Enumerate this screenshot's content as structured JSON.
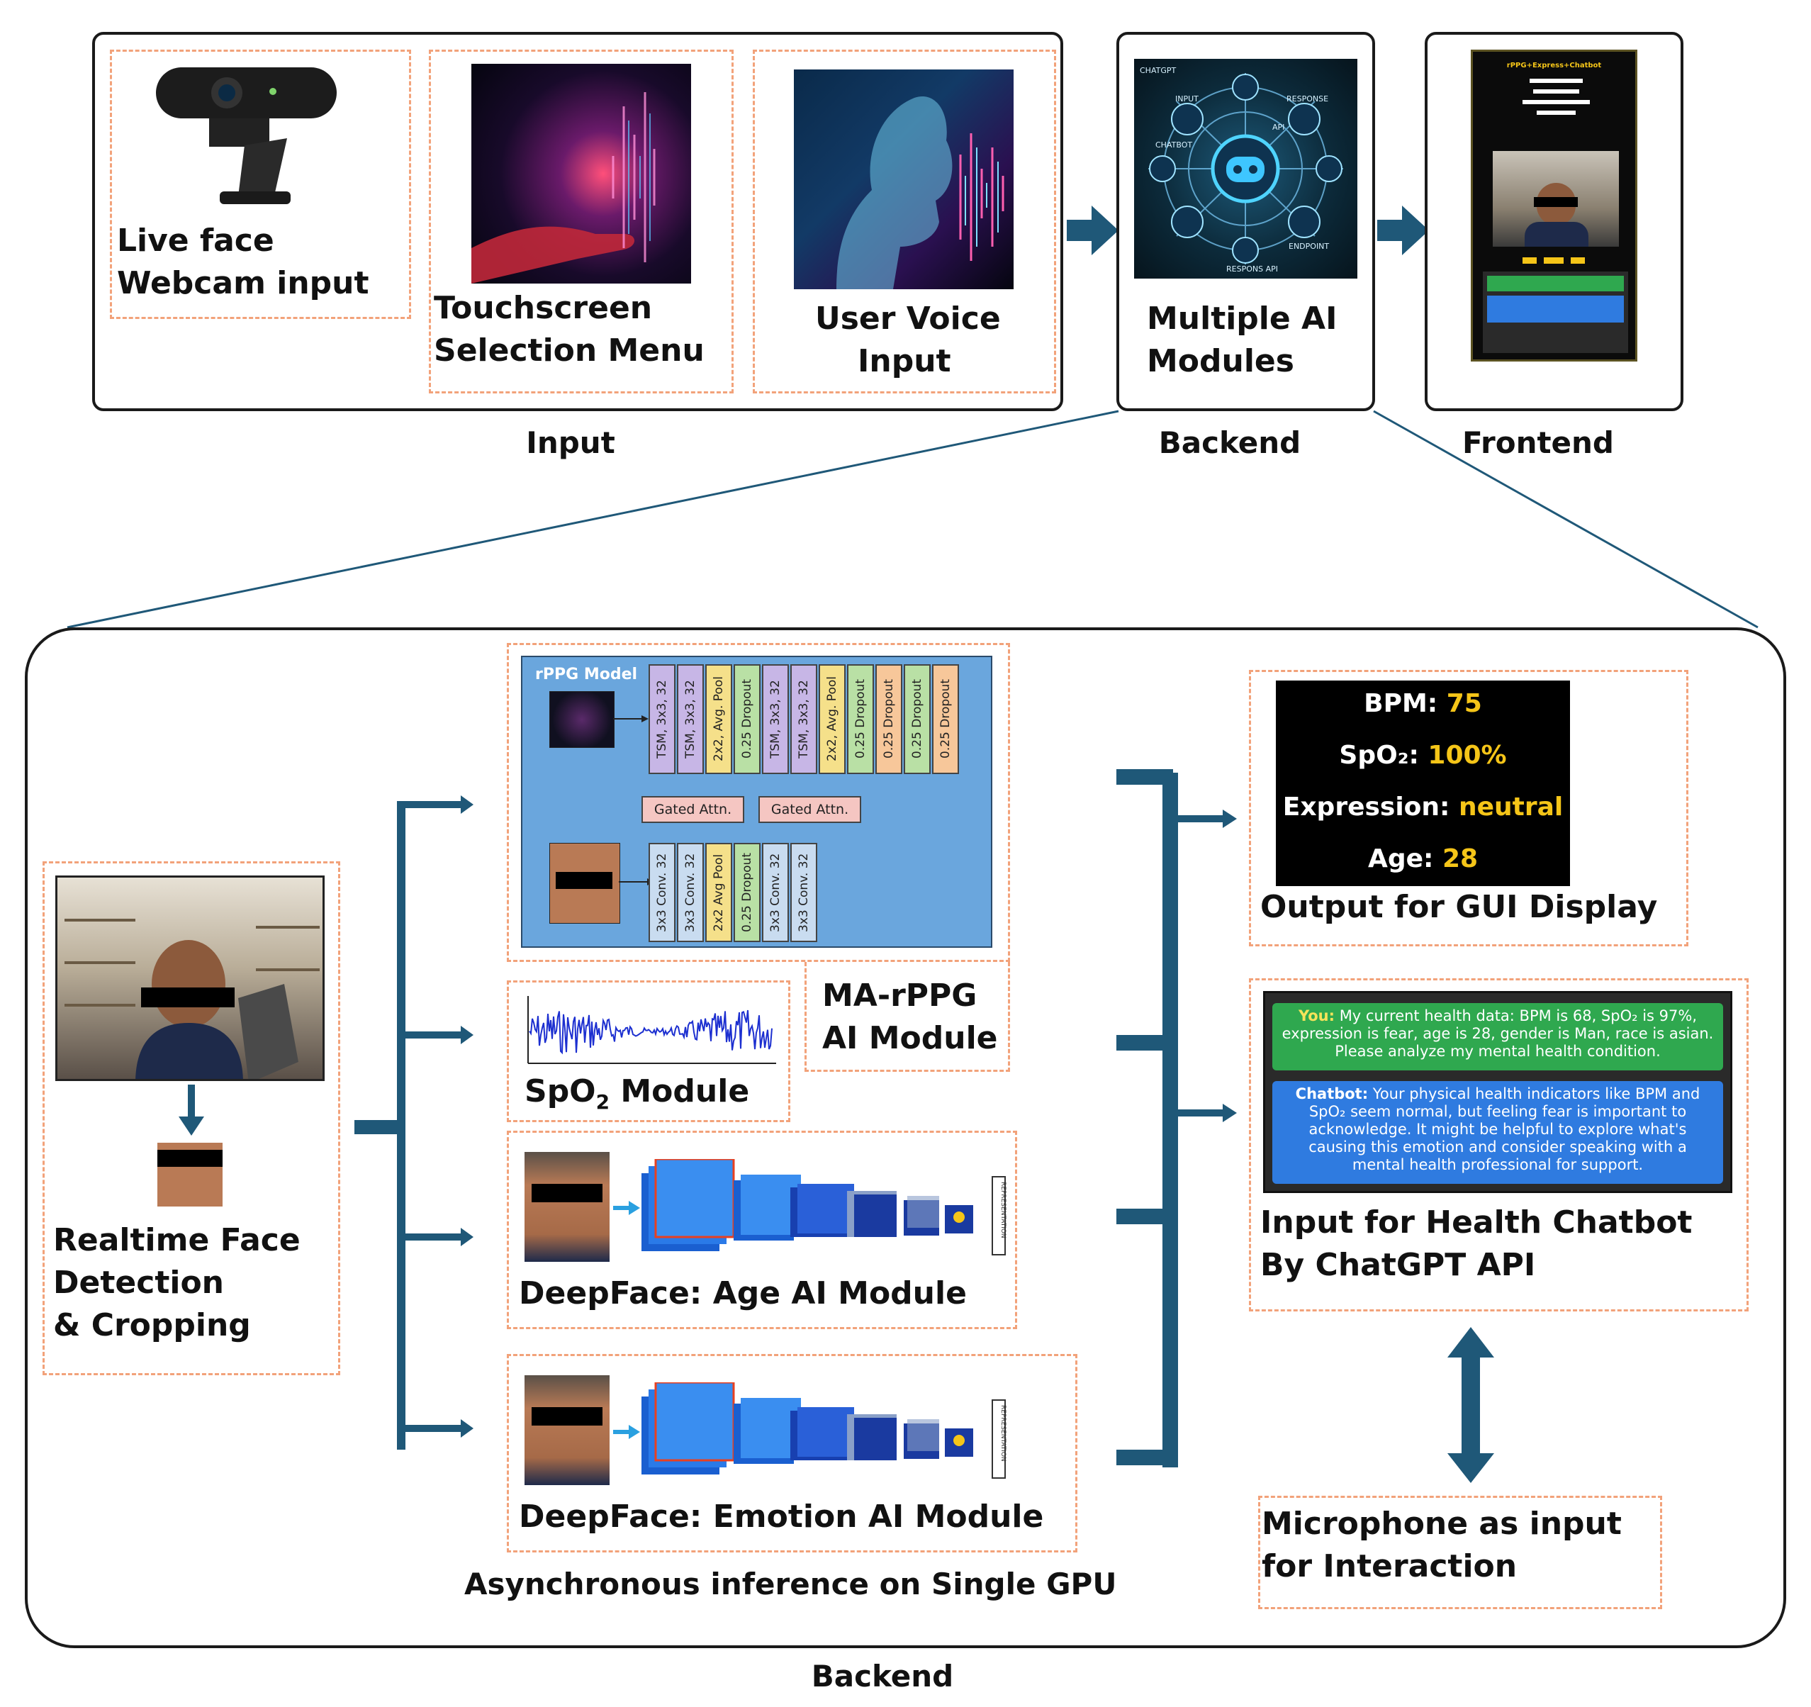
{
  "top": {
    "input_caption": "Input",
    "backend_caption": "Backend",
    "frontend_caption": "Frontend",
    "webcam_label_1": "Live face",
    "webcam_label_2": "Webcam input",
    "touch_label_1": "Touchscreen",
    "touch_label_2": "Selection Menu",
    "voice_label_1": "User Voice",
    "voice_label_2": "Input",
    "ai_label_1": "Multiple AI",
    "ai_label_2": "Modules",
    "ai_image_tags": [
      "CHATGPT",
      "INPUT",
      "CHATBOT",
      "RESPONSE",
      "API",
      "ENDPOINT",
      "RESPONS API"
    ],
    "frontend_thumb_title": "rPPG+Express+Chatbot"
  },
  "backend": {
    "caption": "Backend",
    "face_label_1": "Realtime Face",
    "face_label_2": "Detection",
    "face_label_3": "& Cropping",
    "rppg_model_title": "rPPG Model",
    "rppg_top_layers": [
      "TSM, 3x3, 32",
      "TSM, 3x3, 32",
      "2x2, Avg. Pool",
      "0.25 Dropout",
      "TSM, 3x3, 32",
      "TSM, 3x3, 32",
      "2x2, Avg. Pool",
      "0.25 Dropout",
      "0.25 Dropout",
      "0.25 Dropout",
      "0.25 Dropout"
    ],
    "rppg_bottom_layers": [
      "3x3 Conv. 32",
      "3x3 Conv. 32",
      "2x2 Avg Pool",
      "0.25 Dropout",
      "3x3 Conv. 32",
      "3x3 Conv. 32"
    ],
    "gated_attn": "Gated Attn.",
    "ma_rppg_1": "MA-rPPG",
    "ma_rppg_2": "AI Module",
    "spo2_module": "SpO",
    "spo2_sub": "2",
    "spo2_module_rest": " Module",
    "age_module": "DeepFace: Age AI Module",
    "emotion_module": "DeepFace: Emotion AI Module",
    "representation": "REPRESENTATION",
    "async_caption": "Asynchronous inference on Single GPU",
    "output_caption": "Output for GUI Display",
    "output": {
      "bpm_label": "BPM: ",
      "bpm_value": "75",
      "spo2_label": "SpO₂: ",
      "spo2_value": "100%",
      "expr_label": "Expression: ",
      "expr_value": "neutral",
      "age_label": "Age: ",
      "age_value": "28"
    },
    "chat_you_label": "You:",
    "chat_you_text": " My current health data: BPM is 68, SpO₂ is 97%, expression is fear, age is 28, gender is Man, race is asian. Please analyze my mental health condition.",
    "chat_bot_label": "Chatbot:",
    "chat_bot_text": " Your physical health indicators like BPM and SpO₂ seem normal, but feeling fear is important to acknowledge. It might be helpful to explore what's causing this emotion and consider speaking with a mental health professional for support.",
    "chatbot_caption_1": "Input for Health Chatbot",
    "chatbot_caption_2": "By ChatGPT API",
    "mic_caption_1": "Microphone as input",
    "mic_caption_2": "for Interaction"
  },
  "colors": {
    "arrow": "#1f5878",
    "dashed_border": "#f2a27a",
    "rppg_bg": "#6aa6dd",
    "chat_green": "#2fa84f",
    "chat_blue": "#2f7be0",
    "value_yellow": "#f5c518"
  }
}
